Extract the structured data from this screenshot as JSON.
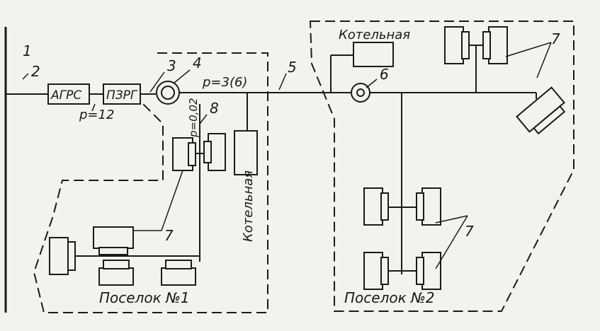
{
  "labels": {
    "n1": "1",
    "n2": "2",
    "n3": "3",
    "n4": "4",
    "n5": "5",
    "n6": "6",
    "n7a": "7",
    "n7b": "7",
    "n7c": "7",
    "n8": "8",
    "agrs": "АГРС",
    "pzrg": "ПЗРГ",
    "p12": "p=12",
    "p36": "p=3(6)",
    "p002": "p=0,02",
    "boiler_v": "Котельная",
    "boiler_h": "Котельная",
    "village1": "Поселок №1",
    "village2": "Поселок №2"
  }
}
